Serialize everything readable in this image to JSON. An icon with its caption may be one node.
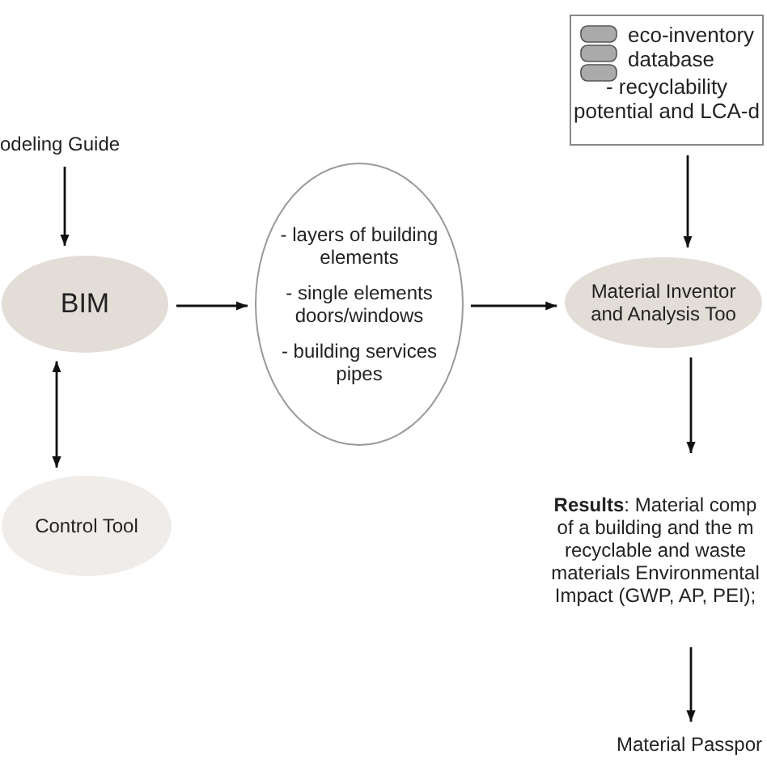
{
  "diagram": {
    "nodes": [
      {
        "text": [
          "odeling Guide"
        ]
      },
      {
        "text": [
          "BIM"
        ]
      },
      {
        "text": [
          "Control Tool"
        ]
      },
      {
        "text": [
          "- layers of building elements",
          "- single elements doors/windows",
          "- building services pipes"
        ]
      },
      {
        "text": [
          "eco-inventory database",
          "- recyclability potential and LCA-d"
        ]
      },
      {
        "text": [
          "Material Inventor and Analysis Too"
        ]
      },
      {
        "text": [
          "**Results**: Material comp of a building and the m recyclable and waste materials Environmental Impact (GWP, AP, PEI);"
        ]
      },
      {
        "text": [
          "Material Passpor"
        ]
      }
    ],
    "edges": [
      {
        "from": 0,
        "to": 1,
        "arrow": "to"
      },
      {
        "from": 1,
        "to": 2,
        "arrow": "both"
      },
      {
        "from": 1,
        "to": 3,
        "arrow": "to"
      },
      {
        "from": 3,
        "to": 5,
        "arrow": "to"
      },
      {
        "from": 4,
        "to": 5,
        "arrow": "to"
      },
      {
        "from": 5,
        "to": 6,
        "arrow": "to"
      },
      {
        "from": 6,
        "to": 7,
        "arrow": "to"
      }
    ]
  }
}
